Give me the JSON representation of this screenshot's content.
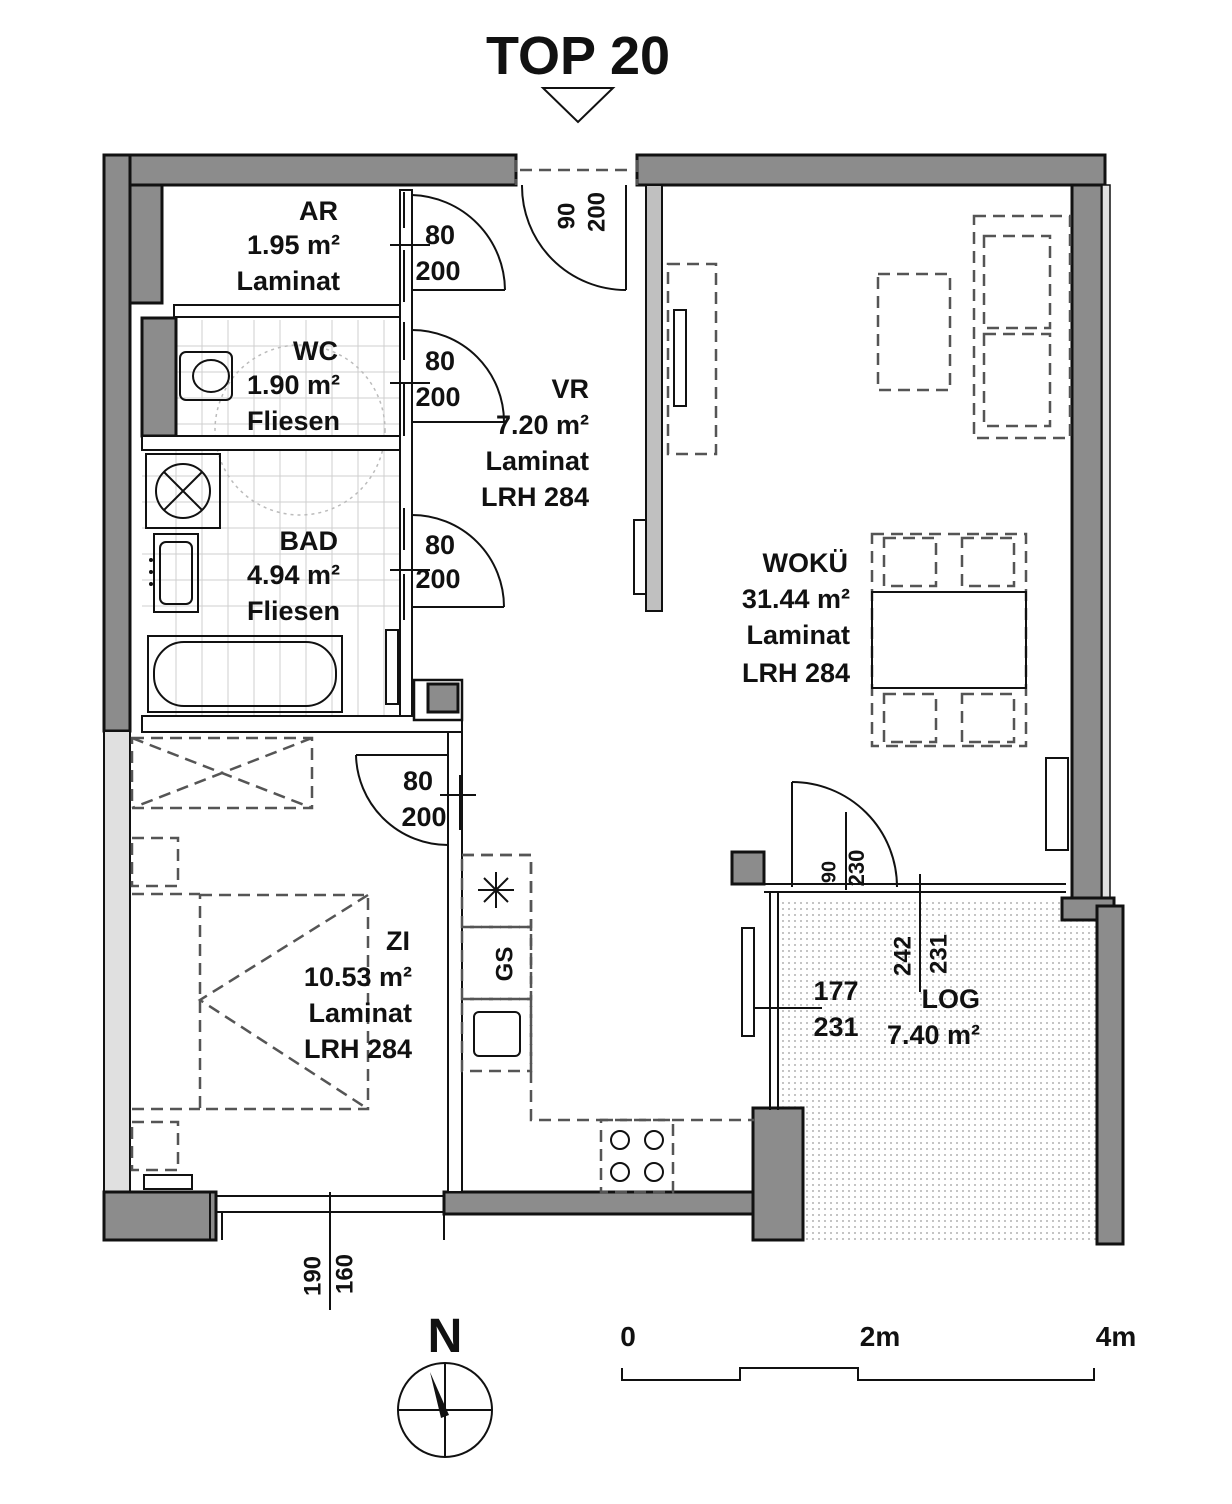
{
  "title": "TOP 20",
  "rooms": {
    "ar": {
      "name": "AR",
      "area": "1.95  m²",
      "floor": "Laminat"
    },
    "wc": {
      "name": "WC",
      "area": "1.90  m²",
      "floor": "Fliesen"
    },
    "bad": {
      "name": "BAD",
      "area": "4.94  m²",
      "floor": "Fliesen"
    },
    "vr": {
      "name": "VR",
      "area": "7.20  m²",
      "floor": "Laminat",
      "height": "LRH 284"
    },
    "woku": {
      "name": "WOKÜ",
      "area": "31.44  m²",
      "floor": "Laminat",
      "height": "LRH 284"
    },
    "zi": {
      "name": "ZI",
      "area": "10.53  m²",
      "floor": "Laminat",
      "height": "LRH 284"
    },
    "log": {
      "name": "LOG",
      "area": "7.40  m²"
    }
  },
  "doors": {
    "ar": {
      "w": "80",
      "h": "200"
    },
    "wc": {
      "w": "80",
      "h": "200"
    },
    "bad": {
      "w": "80",
      "h": "200"
    },
    "zi": {
      "w": "80",
      "h": "200"
    },
    "entrance": {
      "w": "90",
      "h": "200"
    },
    "loggia": {
      "w": "90",
      "h": "230"
    }
  },
  "windows": {
    "zi": {
      "w": "190",
      "h": "160"
    },
    "log_side": {
      "w": "177",
      "h": "231"
    },
    "log_front": {
      "w": "242",
      "h": "231"
    }
  },
  "appliances": {
    "gas": "GS"
  },
  "compass": {
    "north": "N"
  },
  "scale": {
    "ticks": [
      "0",
      "2m",
      "4m"
    ]
  }
}
